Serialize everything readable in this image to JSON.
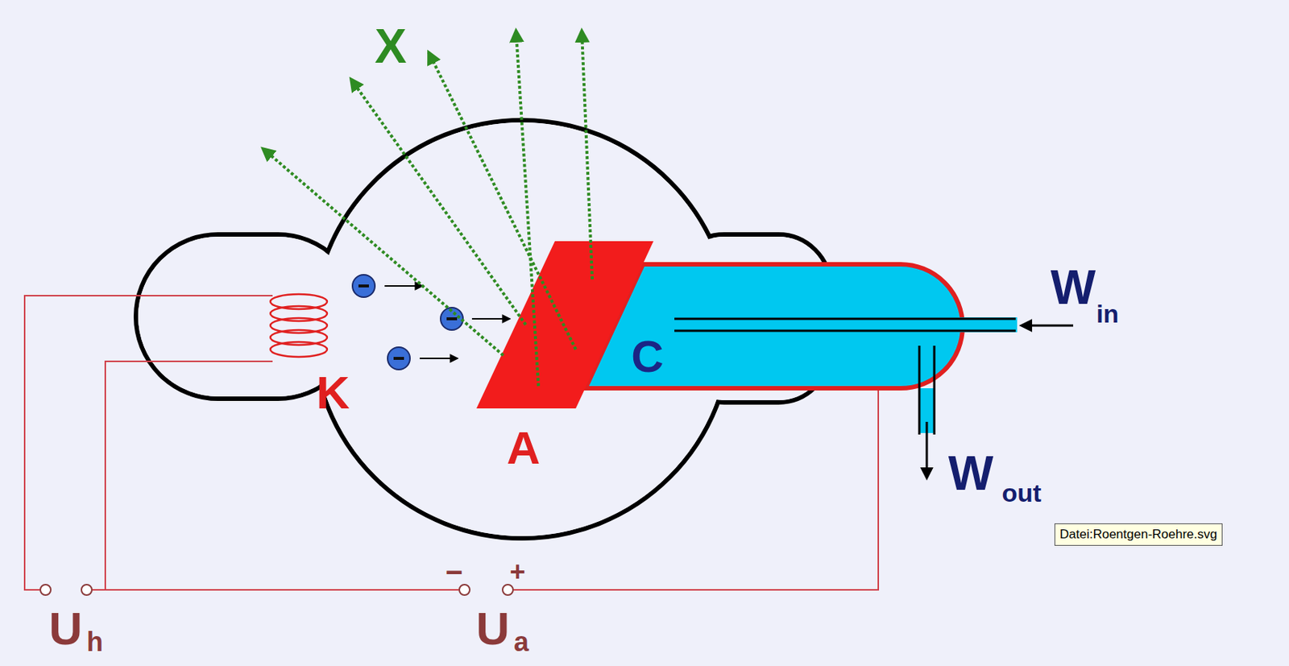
{
  "diagram": {
    "nodes": [
      {
        "text": [
          "Datei:Roentgen-Roehre.svg"
        ]
      }
    ],
    "labels": [
      "X",
      "K",
      "A",
      "C",
      "W",
      "in",
      "W",
      "out",
      "U",
      "h",
      "U",
      "a",
      "−",
      "+"
    ]
  }
}
